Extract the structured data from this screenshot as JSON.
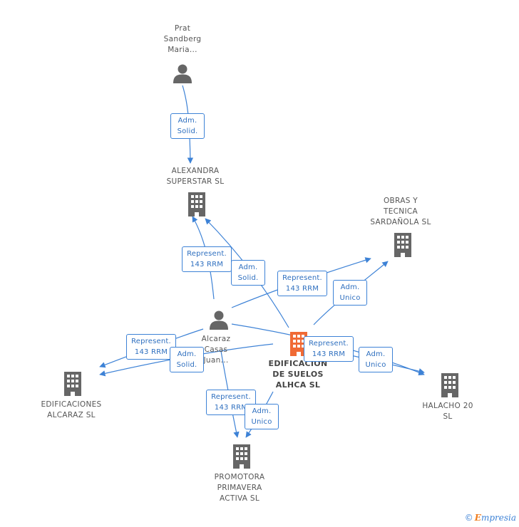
{
  "nodes": [
    {
      "id": "prat",
      "type": "person",
      "label": "Prat\nSandberg\nMaria..."
    },
    {
      "id": "alexandra",
      "type": "company",
      "label": "ALEXANDRA\nSUPERSTAR SL"
    },
    {
      "id": "obras",
      "type": "company",
      "label": "OBRAS Y\nTECNICA\nSARDAÑOLA SL"
    },
    {
      "id": "alcaraz",
      "type": "person",
      "label": "Alcaraz\nCasas\nJuan..."
    },
    {
      "id": "edificacion",
      "type": "company-main",
      "label": "EDIFICACION\nDE SUELOS\nALHCA SL"
    },
    {
      "id": "edificaciones",
      "type": "company",
      "label": "EDIFICACIONES\nALCARAZ SL"
    },
    {
      "id": "halacho",
      "type": "company",
      "label": "HALACHO 20\nSL"
    },
    {
      "id": "promotora",
      "type": "company",
      "label": "PROMOTORA\nPRIMAVERA\nACTIVA SL"
    }
  ],
  "relations": [
    {
      "id": "r1",
      "label": "Adm.\nSolid."
    },
    {
      "id": "r2",
      "label": "Represent.\n143 RRM"
    },
    {
      "id": "r3",
      "label": "Adm.\nSolid."
    },
    {
      "id": "r4",
      "label": "Represent.\n143 RRM"
    },
    {
      "id": "r5",
      "label": "Adm.\nUnico"
    },
    {
      "id": "r6",
      "label": "Represent.\n143 RRM"
    },
    {
      "id": "r7",
      "label": "Adm.\nSolid."
    },
    {
      "id": "r8",
      "label": "Represent.\n143 RRM"
    },
    {
      "id": "r9",
      "label": "Adm.\nUnico"
    },
    {
      "id": "r10",
      "label": "Represent.\n143 RRM"
    },
    {
      "id": "r11",
      "label": "Adm.\nUnico"
    }
  ],
  "colors": {
    "edge": "#3d82d6",
    "icon": "#666666",
    "main_icon": "#f06a35"
  },
  "footer": {
    "copyright": "©",
    "brand_first": "E",
    "brand_rest": "mpresia"
  }
}
